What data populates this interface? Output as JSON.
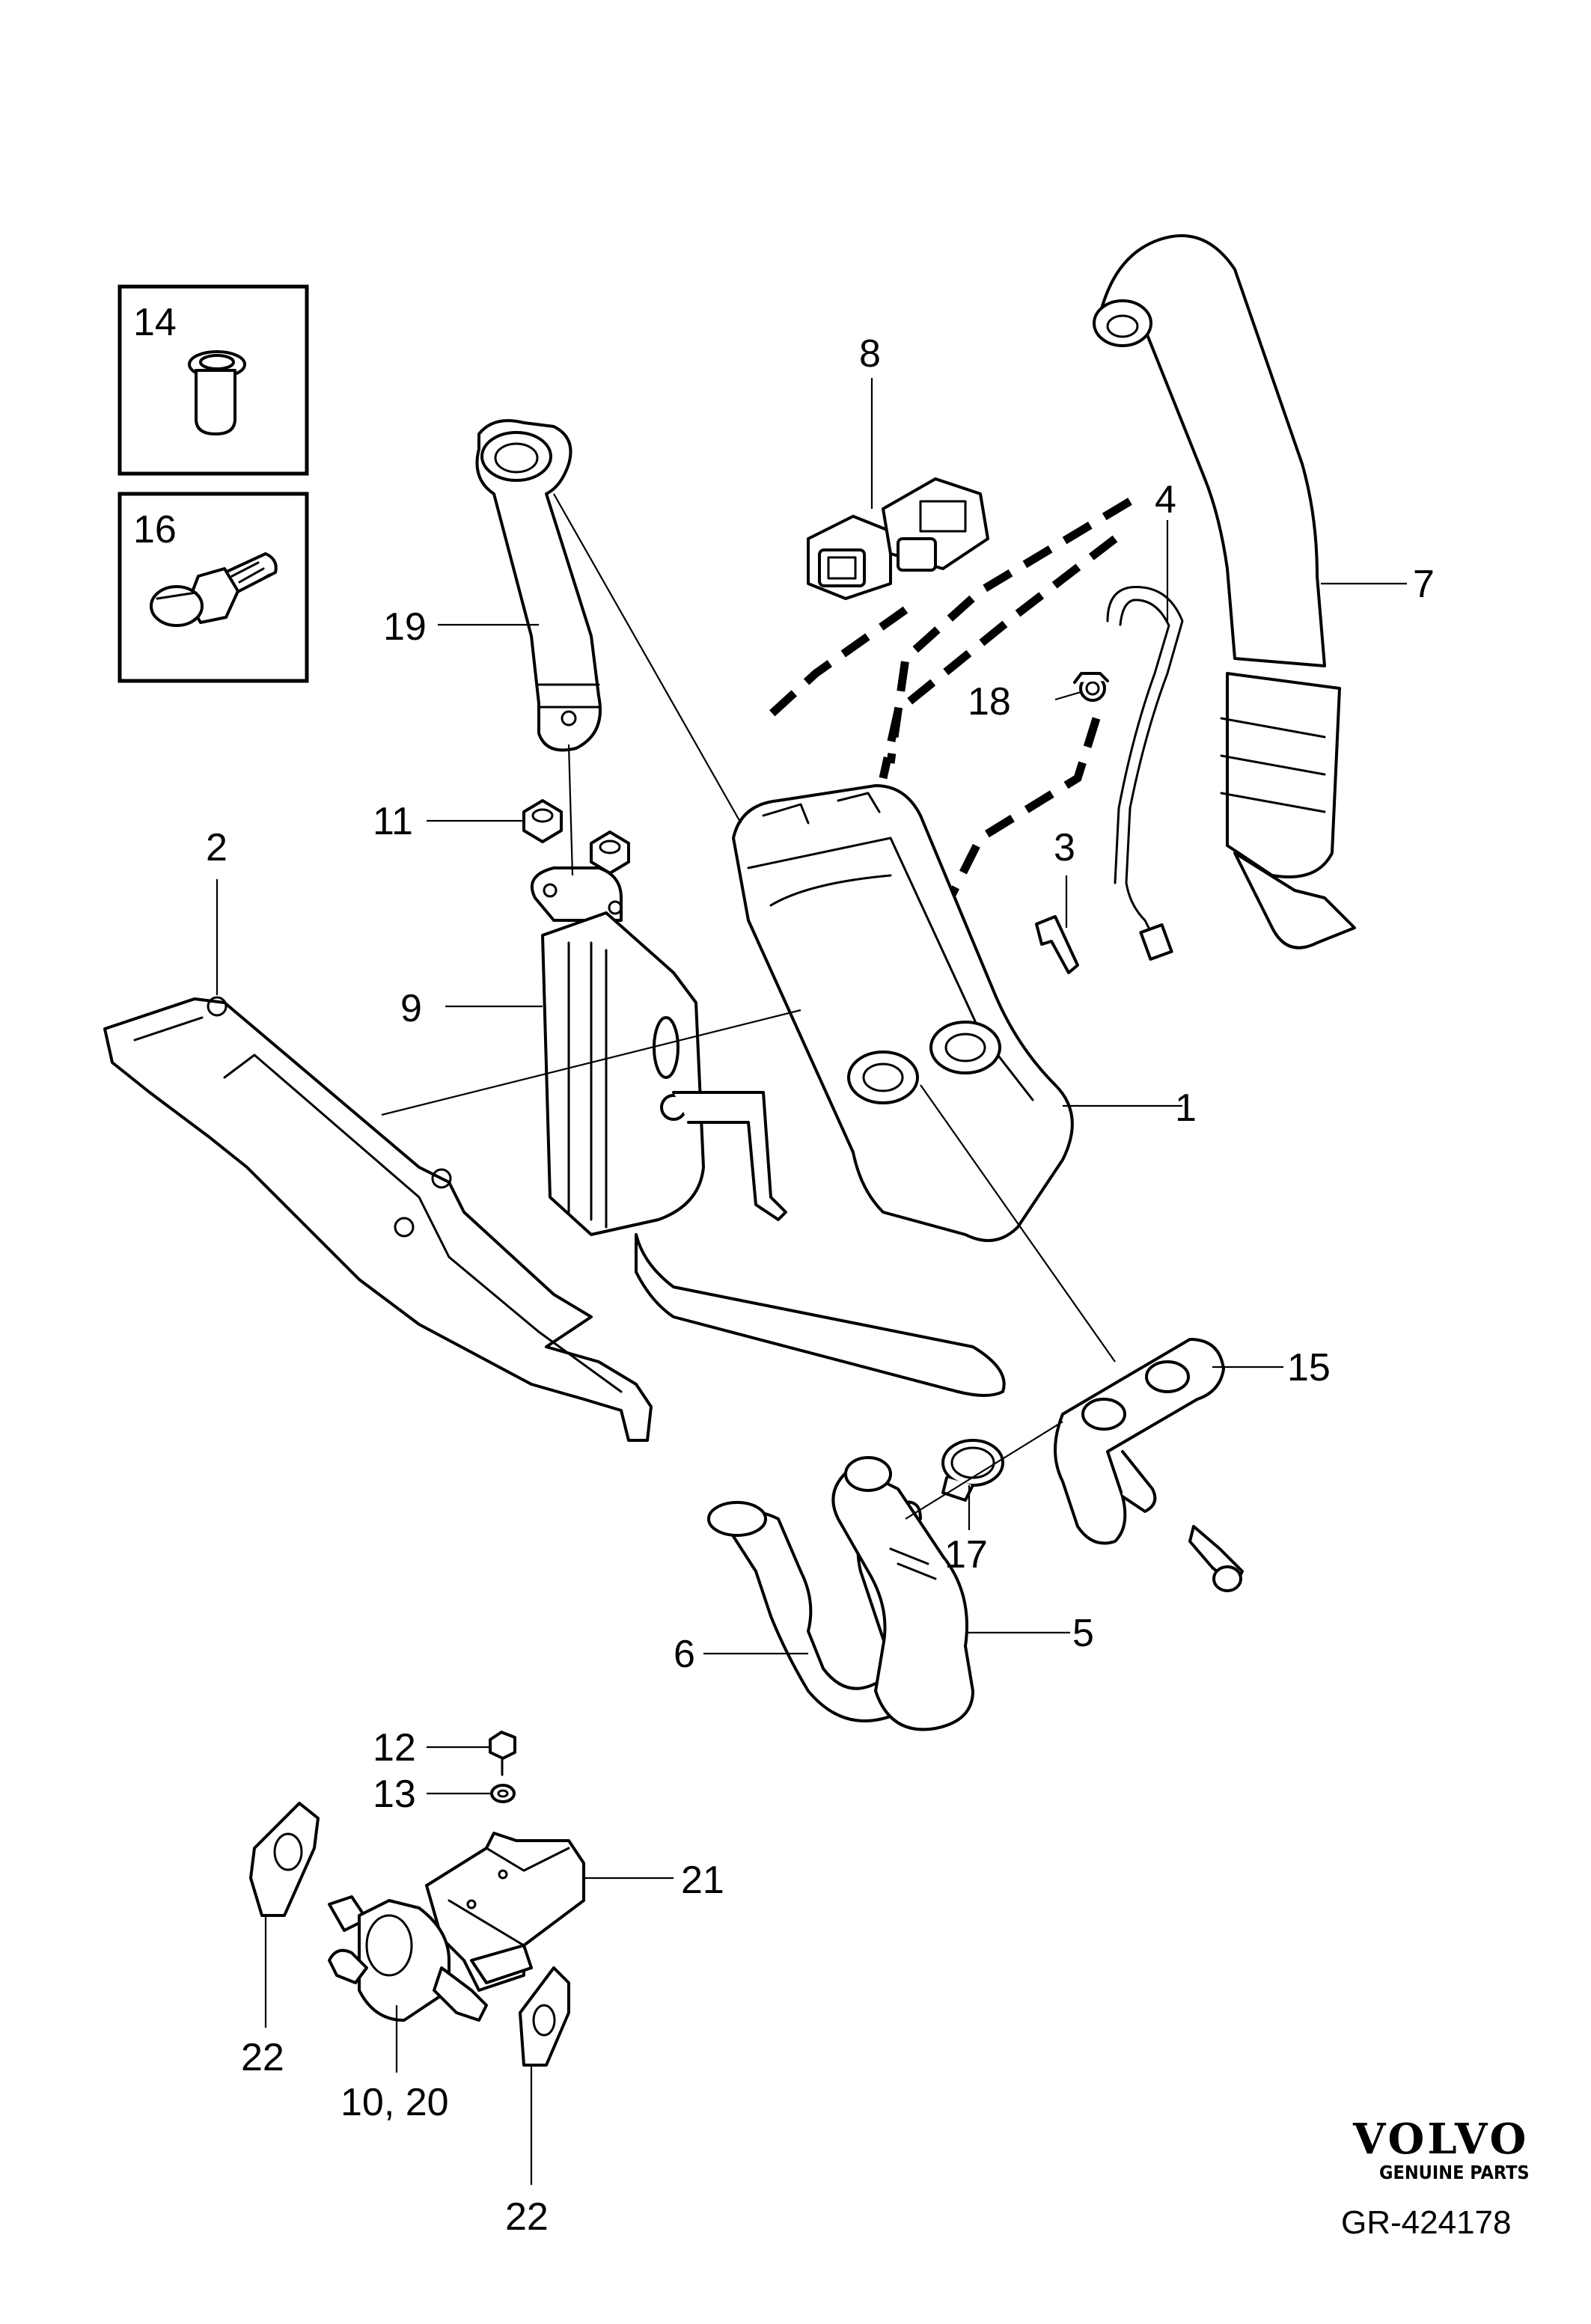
{
  "callouts": {
    "c1": "1",
    "c2": "2",
    "c3": "3",
    "c4": "4",
    "c5": "5",
    "c6": "6",
    "c7": "7",
    "c8": "8",
    "c9": "9",
    "c11": "11",
    "c12": "12",
    "c13": "13",
    "c14": "14",
    "c15": "15",
    "c16": "16",
    "c17": "17",
    "c18": "18",
    "c19": "19",
    "c21": "21",
    "c22a": "22",
    "c22b": "22",
    "c1020": "10, 20"
  },
  "brand": {
    "name": "VOLVO",
    "tagline": "GENUINE PARTS"
  },
  "reference": "GR-424178"
}
